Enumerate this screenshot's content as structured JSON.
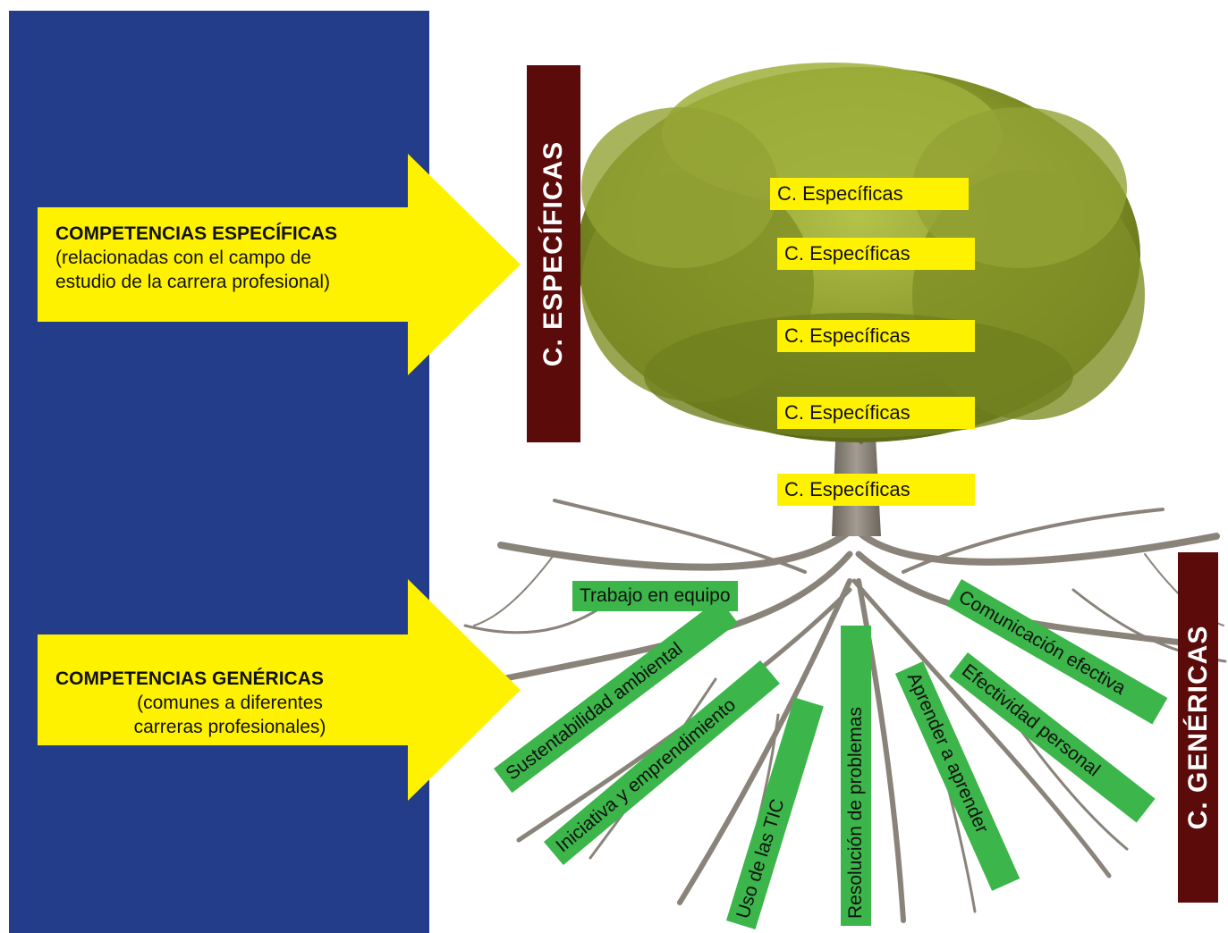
{
  "arrows": {
    "specific": {
      "title": "COMPETENCIAS ESPECÍFICAS",
      "line1": "(relacionadas con el campo de",
      "line2": "estudio de la carrera profesional)"
    },
    "generic": {
      "title": "COMPETENCIAS GENÉRICAS",
      "line1": "(comunes a diferentes",
      "line2": "carreras profesionales)"
    }
  },
  "bars": {
    "specific": "C. ESPECÍFICAS",
    "generic": "C. GENÉRICAS"
  },
  "crown_labels": [
    "C. Específicas",
    "C. Específicas",
    "C. Específicas",
    "C. Específicas",
    "C. Específicas"
  ],
  "root_labels": {
    "trabajo": "Trabajo en equipo",
    "sustentabilidad": "Sustentabilidad ambiental",
    "iniciativa": "Iniciativa y emprendimiento",
    "tic": "Uso de las TIC",
    "resolucion": "Resolución de problemas",
    "aprender": "Aprender a aprender",
    "comunicacion": "Comunicación efectiva",
    "efectividad": "Efectividad personal"
  },
  "colors": {
    "panel": "#233d8a",
    "arrow": "#fff200",
    "bar": "#5c0b0b",
    "green_label": "#3cb54a",
    "crown": "#8a9a2a",
    "roots": "#8a837a"
  }
}
